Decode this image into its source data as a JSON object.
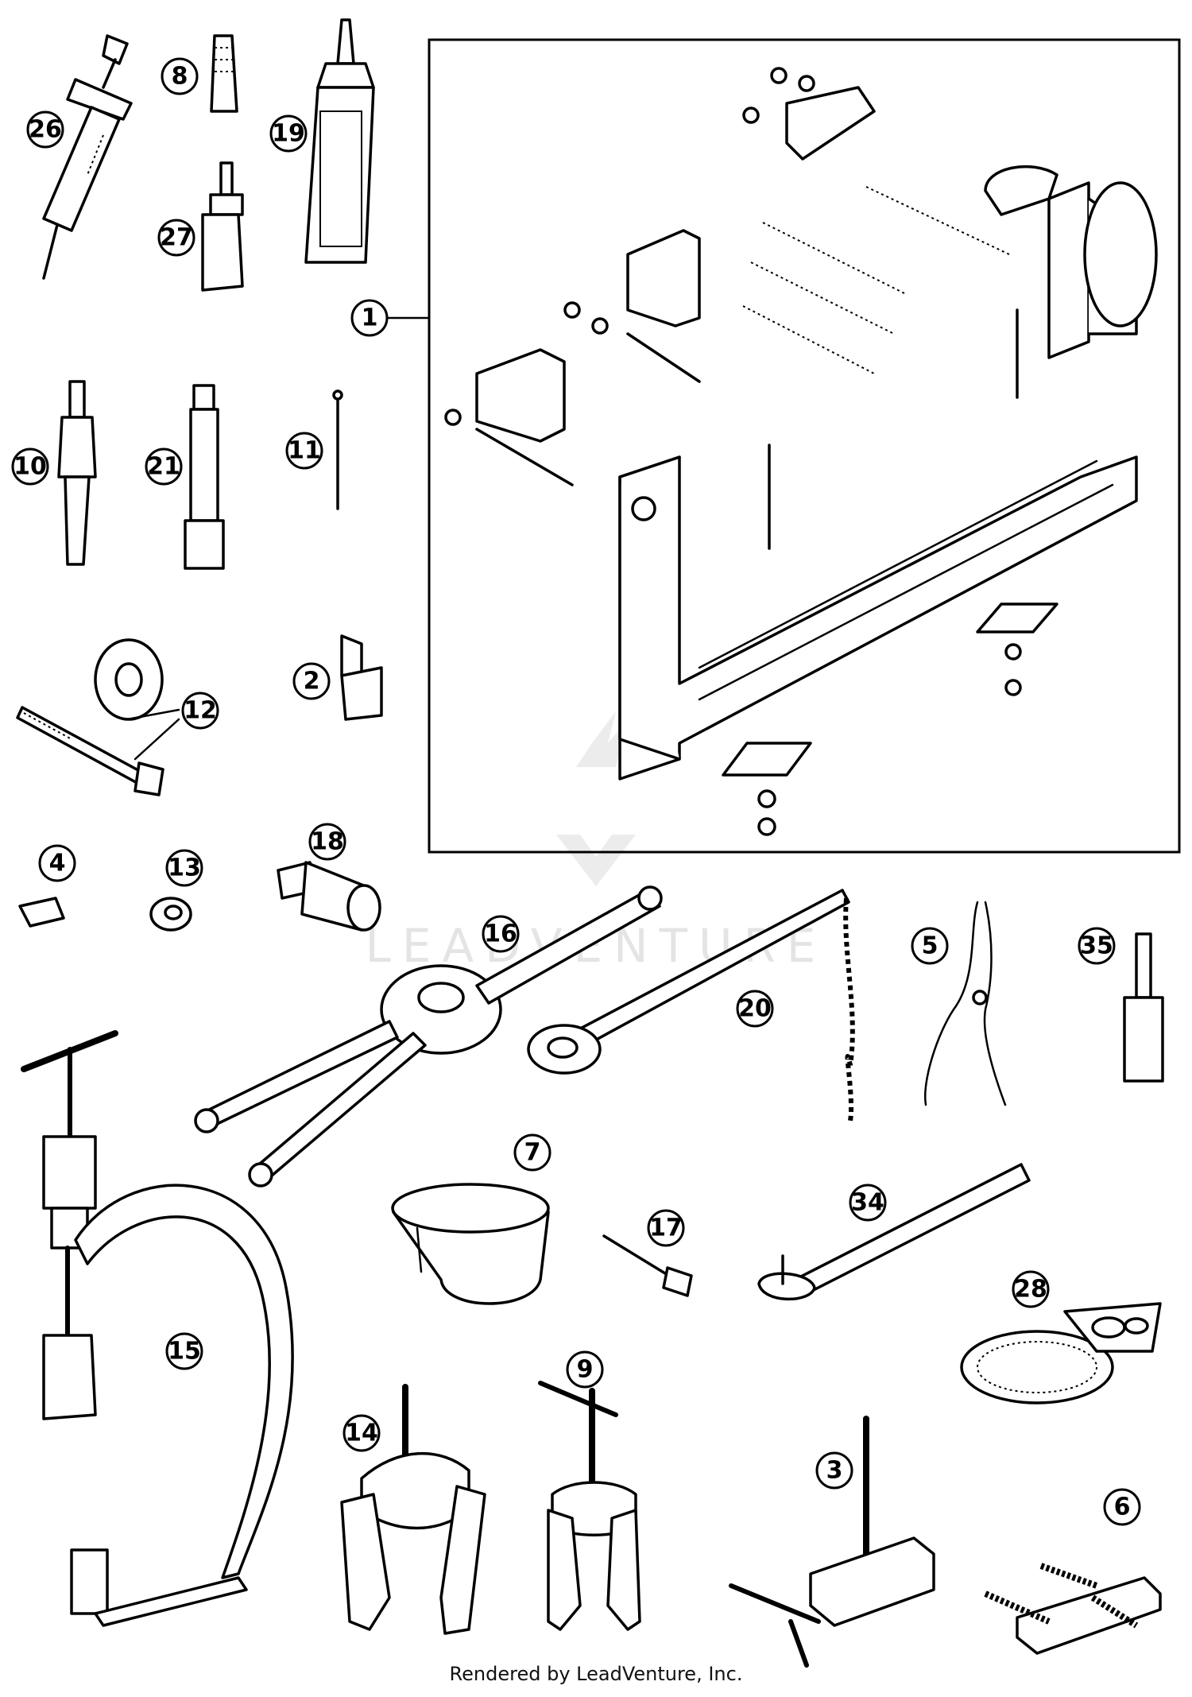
{
  "watermark": {
    "text": "LEADVENTURE"
  },
  "footer": {
    "credit": "Rendered by LeadVenture, Inc."
  },
  "callouts": {
    "c26": "26",
    "c8": "8",
    "c19": "19",
    "c27": "27",
    "c1": "1",
    "c10": "10",
    "c21": "21",
    "c11": "11",
    "c12": "12",
    "c2": "2",
    "c4": "4",
    "c13": "13",
    "c18": "18",
    "c16": "16",
    "c20": "20",
    "c5": "5",
    "c35": "35",
    "c7": "7",
    "c17": "17",
    "c34": "34",
    "c15": "15",
    "c28": "28",
    "c14": "14",
    "c9": "9",
    "c3": "3",
    "c6": "6"
  }
}
